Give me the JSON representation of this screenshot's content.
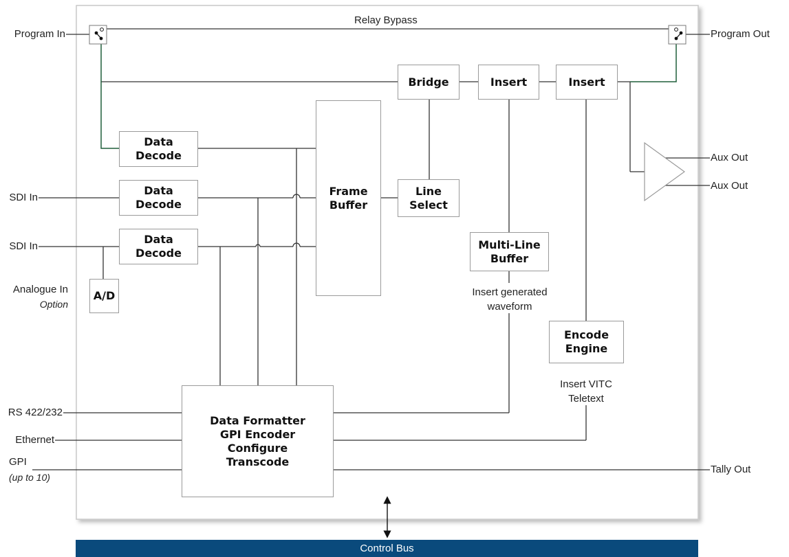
{
  "title": "Relay Bypass",
  "inputs": {
    "program_in": "Program In",
    "sdi_in_1": "SDI In",
    "sdi_in_2": "SDI In",
    "analogue_in": "Analogue In",
    "analogue_option": "Option",
    "rs422": "RS 422/232",
    "ethernet": "Ethernet",
    "gpi": "GPI",
    "gpi_note": "(up to 10)"
  },
  "outputs": {
    "program_out": "Program Out",
    "aux_out_1": "Aux Out",
    "aux_out_2": "Aux Out",
    "tally_out": "Tally Out"
  },
  "blocks": {
    "data_decode_1": [
      "Data",
      "Decode"
    ],
    "data_decode_2": [
      "Data",
      "Decode"
    ],
    "data_decode_3": [
      "Data",
      "Decode"
    ],
    "ad": "A/D",
    "frame_buffer": [
      "Frame",
      "Buffer"
    ],
    "line_select": [
      "Line",
      "Select"
    ],
    "bridge": "Bridge",
    "insert_1": "Insert",
    "insert_2": "Insert",
    "multi_line_buffer": [
      "Multi-Line",
      "Buffer"
    ],
    "encode_engine": [
      "Encode",
      "Engine"
    ],
    "data_formatter": [
      "Data Formatter",
      "GPI Encoder",
      "Configure",
      "Transcode"
    ]
  },
  "captions": {
    "insert_waveform": [
      "Insert generated",
      "waveform"
    ],
    "insert_vitc": [
      "Insert VITC",
      "Teletext"
    ]
  },
  "control_bus": "Control Bus",
  "colors": {
    "frame_border": "#c8c8c8",
    "line": "#333333",
    "relay_line": "#1f5e3a",
    "control_bus": "#0a4a7c"
  }
}
